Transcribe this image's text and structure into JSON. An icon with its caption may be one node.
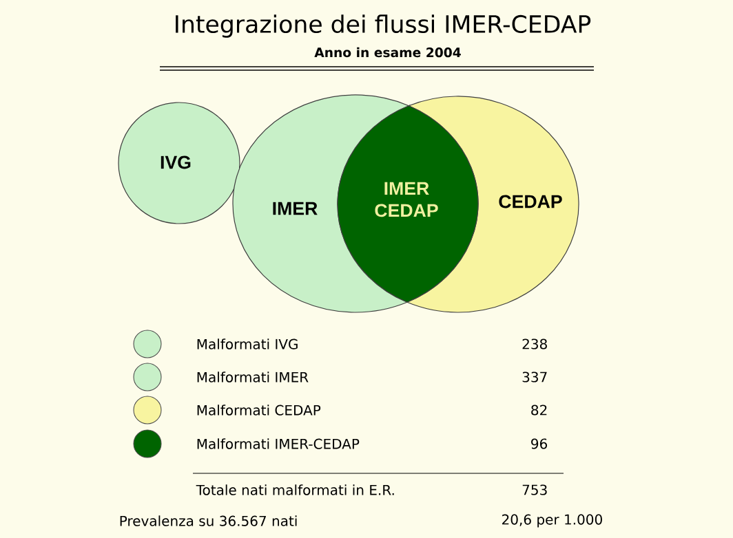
{
  "diagram": {
    "title": "Integrazione dei flussi IMER-CEDAP",
    "nodes": [
      {
        "text": [
          "IVG"
        ]
      },
      {
        "text": [
          "IMER"
        ]
      },
      {
        "text": [
          "CEDAP"
        ]
      },
      {
        "text": [
          "IMER CEDAP"
        ]
      }
    ],
    "labels": [
      "Anno in esame 2004",
      "238",
      "337",
      "82",
      "96",
      "Totale nati malformati in E.R.",
      "753",
      "Prevalenza su 36.567 nati",
      "20,6 per 1.000"
    ],
    "legend": [
      {
        "text": "Malformati IVG",
        "color": "#c8f0c8"
      },
      {
        "text": "Malformati IMER",
        "color": "#c8f0c8"
      },
      {
        "text": "Malformati CEDAP",
        "color": "#f8f4a0"
      },
      {
        "text": "Malformati IMER-CEDAP",
        "color": "#006400"
      }
    ]
  }
}
